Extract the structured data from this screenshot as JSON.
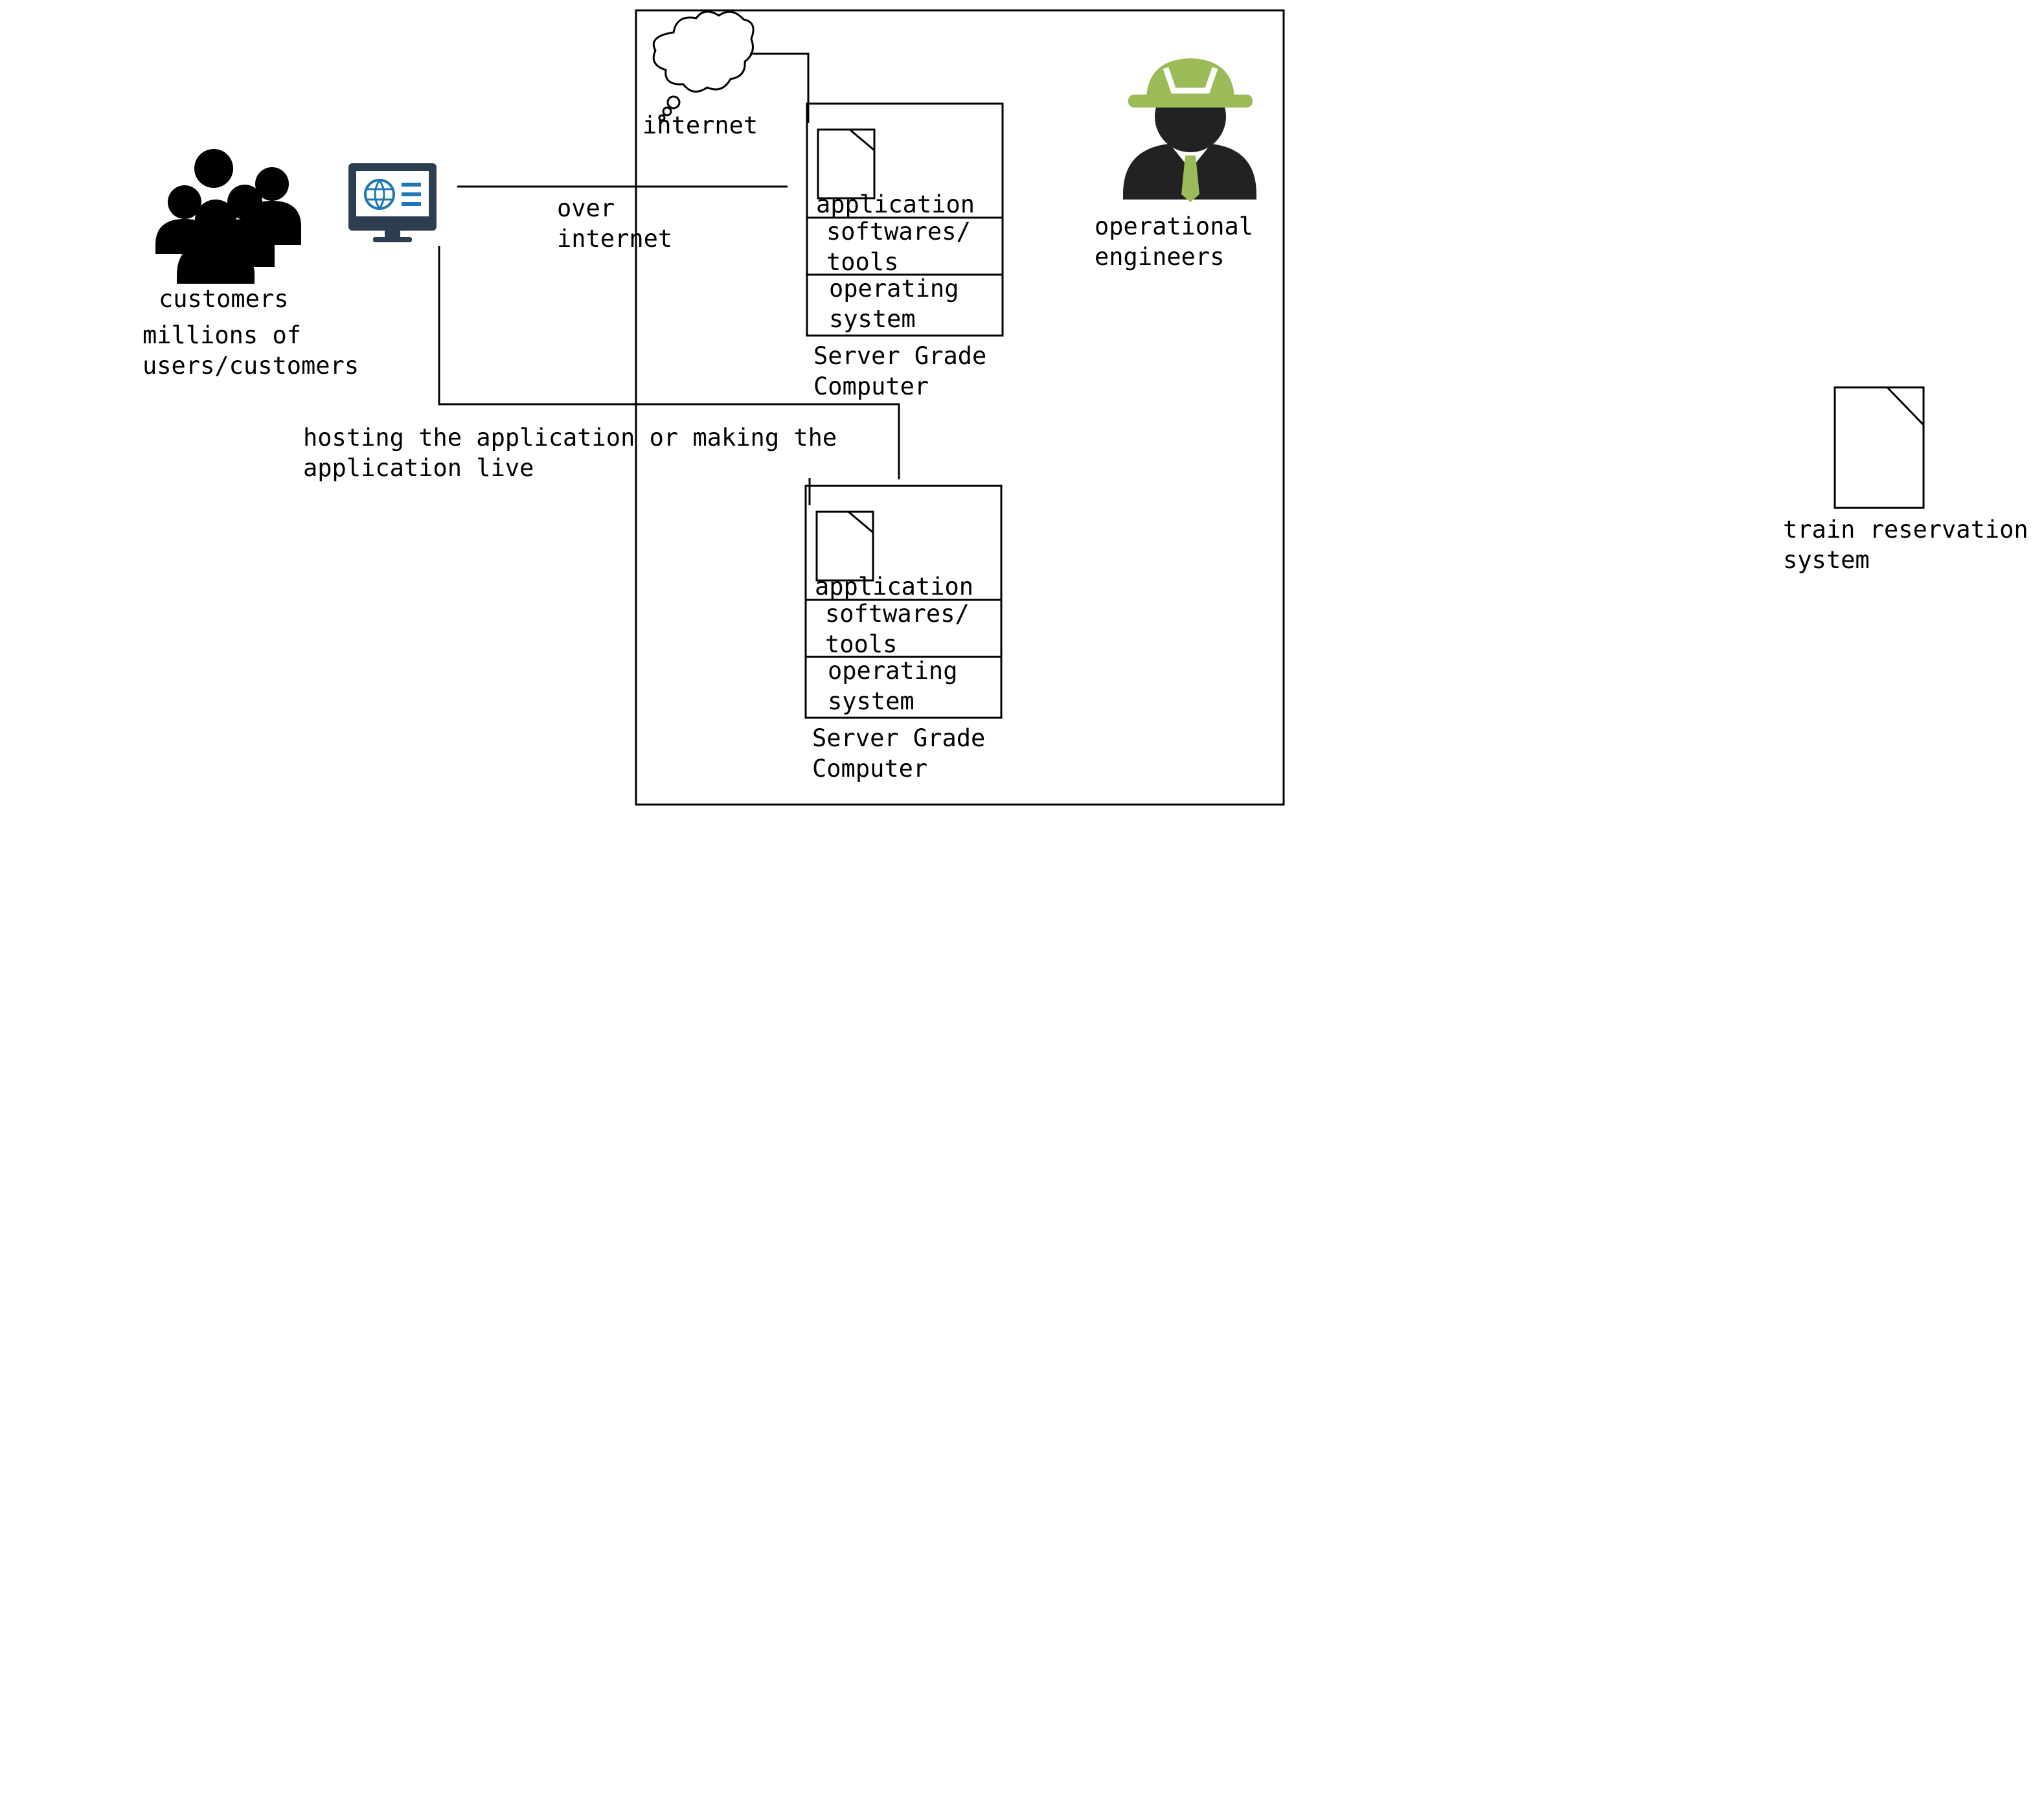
{
  "labels": {
    "customers": "customers",
    "millions_line1": "millions of",
    "millions_line2": "users/customers",
    "internet": "internet",
    "over_internet_line1": "over",
    "over_internet_line2": "internet",
    "hosting_line1": "hosting the application or making the",
    "hosting_line2": "application live",
    "operational_line1": "operational",
    "operational_line2": "engineers",
    "train_line1": "train reservation",
    "train_line2": "system"
  },
  "servers": [
    {
      "application": "application",
      "softwares_line1": "softwares/",
      "softwares_line2": "tools",
      "os_line1": "operating",
      "os_line2": "system",
      "caption_line1": "Server Grade",
      "caption_line2": "Computer"
    },
    {
      "application": "application",
      "softwares_line1": "softwares/",
      "softwares_line2": "tools",
      "os_line1": "operating",
      "os_line2": "system",
      "caption_line1": "Server Grade",
      "caption_line2": "Computer"
    }
  ],
  "icons": {
    "customers": "people-group-icon",
    "monitor": "computer-monitor-icon",
    "cloud": "cloud-icon",
    "engineer": "engineer-icon",
    "document": "document-icon"
  },
  "colors": {
    "engineer_helmet": "#9bbb59",
    "monitor_body": "#2d3e50",
    "monitor_accent": "#1f77b4"
  }
}
